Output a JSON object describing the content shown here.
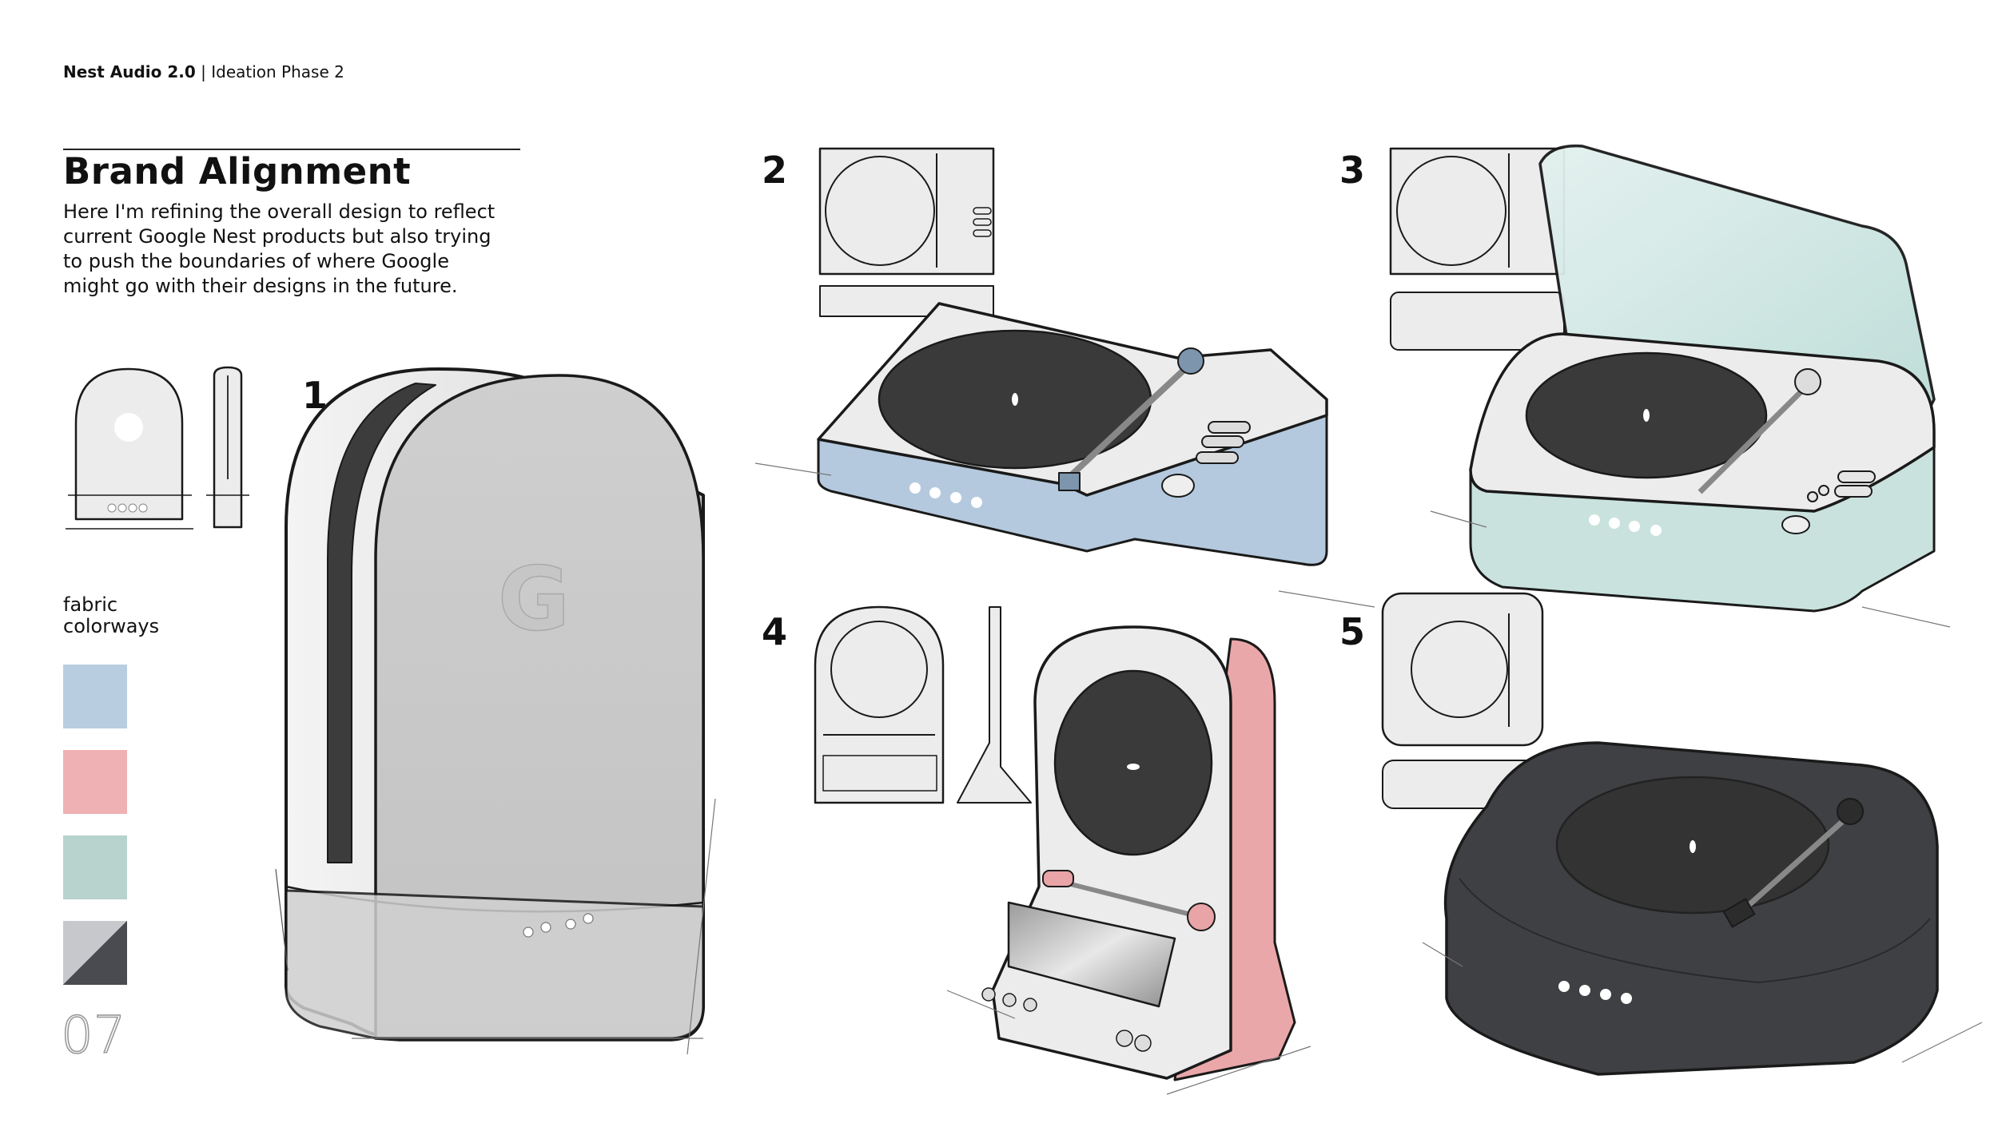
{
  "header": {
    "project": "Nest Audio 2.0",
    "separator": " | ",
    "phase": "Ideation Phase 2"
  },
  "section": {
    "title": "Brand Alignment",
    "description": "Here I'm refining the overall design to reflect current Google Nest products but also trying to push the boundaries of where Google might go with their designs in the future."
  },
  "fabric": {
    "label_line1": "fabric",
    "label_line2": "colorways",
    "swatches": [
      {
        "color": "#b9cde0"
      },
      {
        "color": "#efb1b3"
      },
      {
        "color": "#b8d2cd"
      },
      {
        "color": "#4a4b50",
        "color2": "#c7c8cc"
      }
    ]
  },
  "concepts": [
    {
      "number": "1"
    },
    {
      "number": "2"
    },
    {
      "number": "3"
    },
    {
      "number": "4"
    },
    {
      "number": "5"
    }
  ],
  "page_number": "07",
  "colors": {
    "blue_base": "#b4c9dd",
    "pink_base": "#eaa7a9",
    "mint_base": "#c9e2dd",
    "charcoal": "#3f4043",
    "platter": "#3a3a3a"
  }
}
